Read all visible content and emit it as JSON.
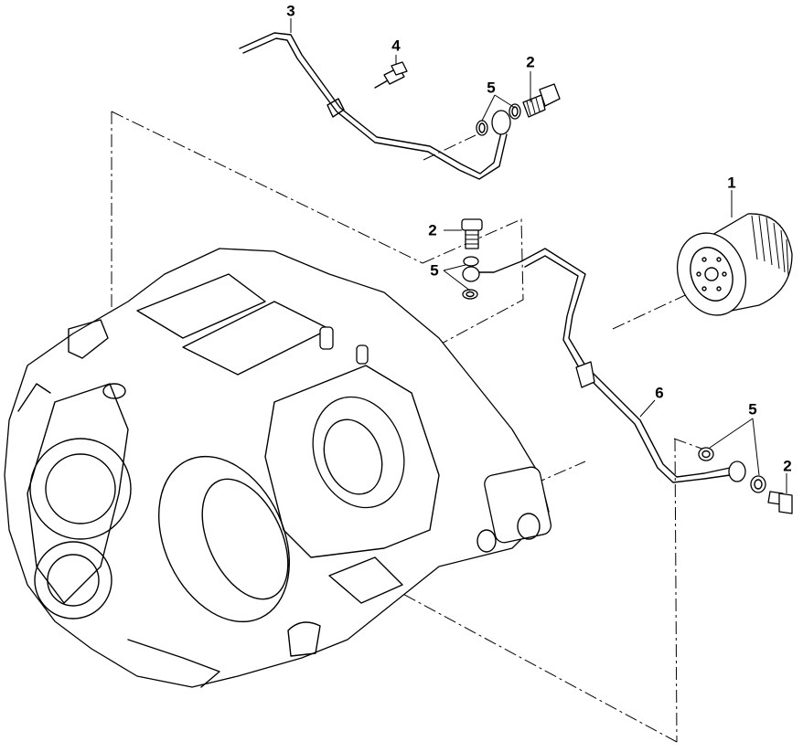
{
  "colors": {
    "line": "#000000",
    "background": "#ffffff"
  },
  "parts": [
    {
      "id": "filter",
      "label": "1"
    },
    {
      "id": "banjo-bolt-top",
      "label": "2"
    },
    {
      "id": "banjo-bolt-middle",
      "label": "2"
    },
    {
      "id": "banjo-bolt-right",
      "label": "2"
    },
    {
      "id": "upper-oil-line",
      "label": "3"
    },
    {
      "id": "screw",
      "label": "4"
    },
    {
      "id": "washers-top",
      "label": "5"
    },
    {
      "id": "washers-middle",
      "label": "5"
    },
    {
      "id": "washers-right",
      "label": "5"
    },
    {
      "id": "lower-oil-line",
      "label": "6"
    }
  ]
}
